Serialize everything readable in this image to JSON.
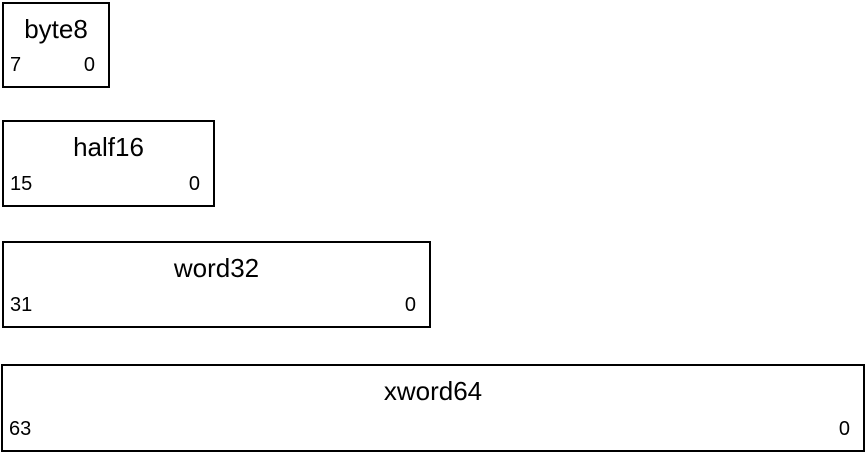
{
  "figure": {
    "colors": {
      "border": "#000000",
      "background": "#ffffff",
      "text": "#000000"
    },
    "boxes": [
      {
        "label": "byte8",
        "bits": 8,
        "msb": "7",
        "lsb": "0"
      },
      {
        "label": "half16",
        "bits": 16,
        "msb": "15",
        "lsb": "0"
      },
      {
        "label": "word32",
        "bits": 32,
        "msb": "31",
        "lsb": "0"
      },
      {
        "label": "xword64",
        "bits": 64,
        "msb": "63",
        "lsb": "0"
      }
    ]
  }
}
